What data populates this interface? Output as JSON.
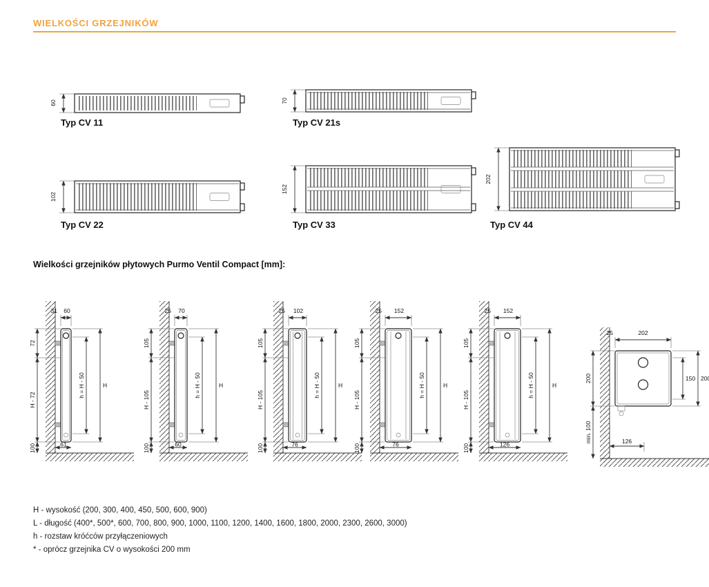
{
  "page": {
    "title": "WIELKOŚCI GRZEJNIKÓW",
    "accent_color": "#F2A33C"
  },
  "cross_sections": [
    {
      "label": "Typ CV 11",
      "depth": "60"
    },
    {
      "label": "Typ CV 21s",
      "depth": "70"
    },
    {
      "label": "Typ CV 22",
      "depth": "102"
    },
    {
      "label": "Typ CV 33",
      "depth": "152"
    },
    {
      "label": "Typ CV 44",
      "depth": "202"
    }
  ],
  "section_title": "Wielkości grzejników płytowych Purmo Ventil Compact [mm]:",
  "side_views": [
    {
      "top_width": "60",
      "wall_gap": "31",
      "upper": "72",
      "middle": "H - 72",
      "lower": "100",
      "bottom_width": "61",
      "h_dim": "h = H - 50",
      "height": "H"
    },
    {
      "top_width": "70",
      "wall_gap": "25",
      "upper": "105",
      "middle": "H - 105",
      "lower": "100",
      "bottom_width": "60",
      "h_dim": "h = H - 50",
      "height": "H"
    },
    {
      "top_width": "102",
      "wall_gap": "25",
      "upper": "105",
      "middle": "H - 105",
      "lower": "100",
      "bottom_width": "76",
      "h_dim": "h = H - 50",
      "height": "H"
    },
    {
      "top_width": "152",
      "wall_gap": "25",
      "upper": "105",
      "middle": "H - 105",
      "lower": "100",
      "bottom_width": "76",
      "h_dim": "h = H - 50",
      "height": "H"
    },
    {
      "top_width": "152",
      "wall_gap": "25",
      "upper": "105",
      "middle": "H - 105",
      "lower": "100",
      "bottom_width": "126",
      "h_dim": "h = H - 50",
      "height": "H"
    }
  ],
  "corner_view": {
    "top_width": "202",
    "wall_gap": "25",
    "left_height": "200",
    "min_clearance": "min. 100",
    "bottom_width": "126",
    "inner_height": "150",
    "outer_height": "200"
  },
  "legend": [
    "H - wysokość (200, 300, 400, 450, 500, 600, 900)",
    "L - długość (400*, 500*, 600, 700, 800, 900, 1000, 1100, 1200, 1400, 1600, 1800, 2000, 2300, 2600, 3000)",
    "h - rozstaw króćców przyłączeniowych",
    "* - oprócz grzejnika CV o wysokości 200 mm"
  ]
}
